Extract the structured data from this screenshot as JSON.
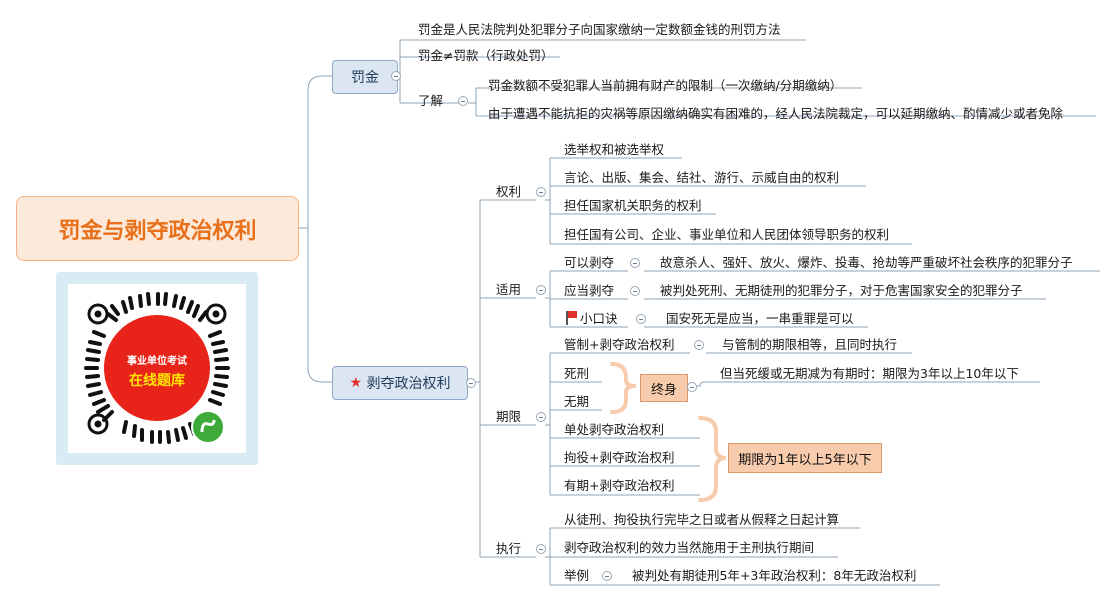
{
  "root": "罚金与剥夺政治权利",
  "fine": {
    "label": "罚金",
    "def": "罚金是人民法院判处犯罪分子向国家缴纳一定数额金钱的刑罚方法",
    "ne": "罚金≠罚款（行政处罚）",
    "understand": "了解",
    "u1": "罚金数额不受犯罪人当前拥有财产的限制（一次缴纳/分期缴纳）",
    "u2": "由于遭遇不能抗拒的灾祸等原因缴纳确实有困难的，经人民法院裁定，可以延期缴纳、酌情减少或者免除"
  },
  "deprive": {
    "label": "剥夺政治权利",
    "rights": {
      "label": "权利",
      "items": [
        "选举权和被选举权",
        "言论、出版、集会、结社、游行、示威自由的权利",
        "担任国家机关职务的权利",
        "担任国有公司、企业、事业单位和人民团体领导职务的权利"
      ]
    },
    "apply": {
      "label": "适用",
      "may": "可以剥夺",
      "may_detail": "故意杀人、强奸、放火、爆炸、投毒、抢劫等严重破坏社会秩序的犯罪分子",
      "should": "应当剥夺",
      "should_detail": "被判处死刑、无期徒刑的犯罪分子，对于危害国家安全的犯罪分子",
      "tip": "小口诀",
      "tip_detail": "国安死无是应当，一串重罪是可以"
    },
    "term": {
      "label": "期限",
      "control": "管制+剥夺政治权利",
      "control_detail": "与管制的期限相等，且同时执行",
      "death": "死刑",
      "life": "无期",
      "lifelong": "终身",
      "lifelong_detail": "但当死缓或无期减为有期时：期限为3年以上10年以下",
      "single": "单处剥夺政治权利",
      "detention": "拘役+剥夺政治权利",
      "fixed": "有期+剥夺政治权利",
      "range": "期限为1年以上5年以下"
    },
    "exec": {
      "label": "执行",
      "e1": "从徒刑、拘役执行完毕之日或者从假释之日起计算",
      "e2": "剥夺政治权利的效力当然施用于主刑执行期间",
      "example": "举例",
      "example_detail": "被判处有期徒刑5年+3年政治权利：8年无政治权利"
    }
  },
  "qr": {
    "line1": "事业单位考试",
    "line2": "在线题库"
  },
  "colors": {
    "root_text": "#e8701a",
    "root_bg": "#fde9d9",
    "main_bg": "#dce6f2",
    "accent": "#f8cbad"
  }
}
